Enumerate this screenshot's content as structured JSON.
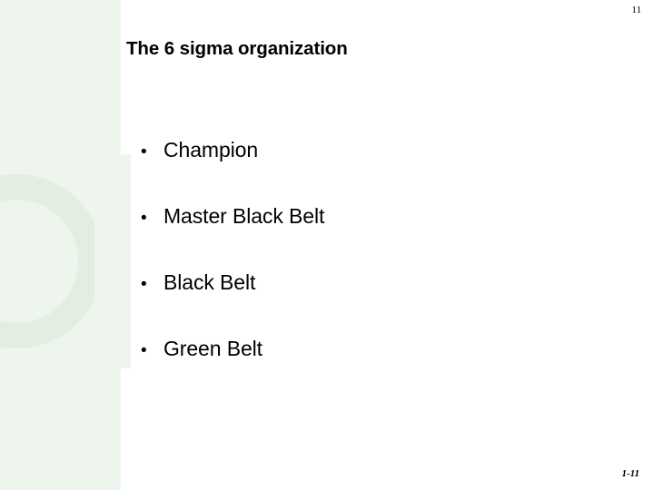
{
  "slide": {
    "page_number": "11",
    "title": "The 6 sigma organization",
    "footer": "1-11",
    "bullet_mark": "•",
    "bullets": [
      {
        "text": "Champion"
      },
      {
        "text": "Master Black Belt"
      },
      {
        "text": "Black Belt"
      },
      {
        "text": "Green Belt"
      }
    ],
    "colors": {
      "band": "#edf5ed",
      "ring": "#e3eee3",
      "text": "#000000",
      "background": "#ffffff"
    }
  }
}
